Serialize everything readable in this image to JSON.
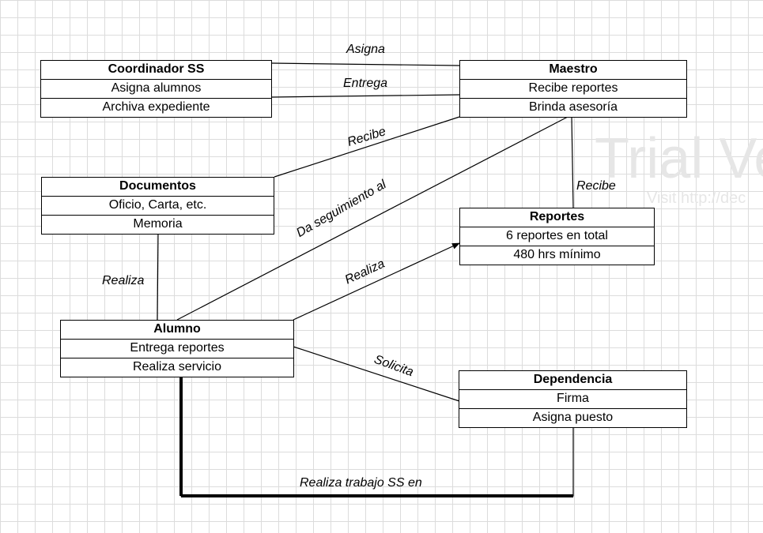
{
  "watermark": {
    "line1": "Trial Ve",
    "line2": "Visit http://dec"
  },
  "entities": {
    "coordinador": {
      "title": "Coordinador SS",
      "attrs": [
        "Asigna alumnos",
        "Archiva expediente"
      ]
    },
    "maestro": {
      "title": "Maestro",
      "attrs": [
        "Recibe reportes",
        "Brinda asesoría"
      ]
    },
    "documentos": {
      "title": "Documentos",
      "attrs": [
        "Oficio, Carta, etc.",
        "Memoria"
      ]
    },
    "reportes": {
      "title": "Reportes",
      "attrs": [
        "6 reportes en total",
        "480 hrs mínimo"
      ]
    },
    "alumno": {
      "title": "Alumno",
      "attrs": [
        "Entrega reportes",
        "Realiza servicio"
      ]
    },
    "dependencia": {
      "title": "Dependencia",
      "attrs": [
        "Firma",
        "Asigna puesto"
      ]
    }
  },
  "relations": {
    "asigna": "Asigna",
    "entrega": "Entrega",
    "recibe_documentos": "Recibe",
    "da_seguimiento": "Da seguimiento al",
    "recibe_reportes": "Recibe",
    "realiza_documentos": "Realiza",
    "realiza_reportes": "Realiza",
    "solicita": "Solicita",
    "realiza_trabajo": "Realiza trabajo SS en"
  }
}
